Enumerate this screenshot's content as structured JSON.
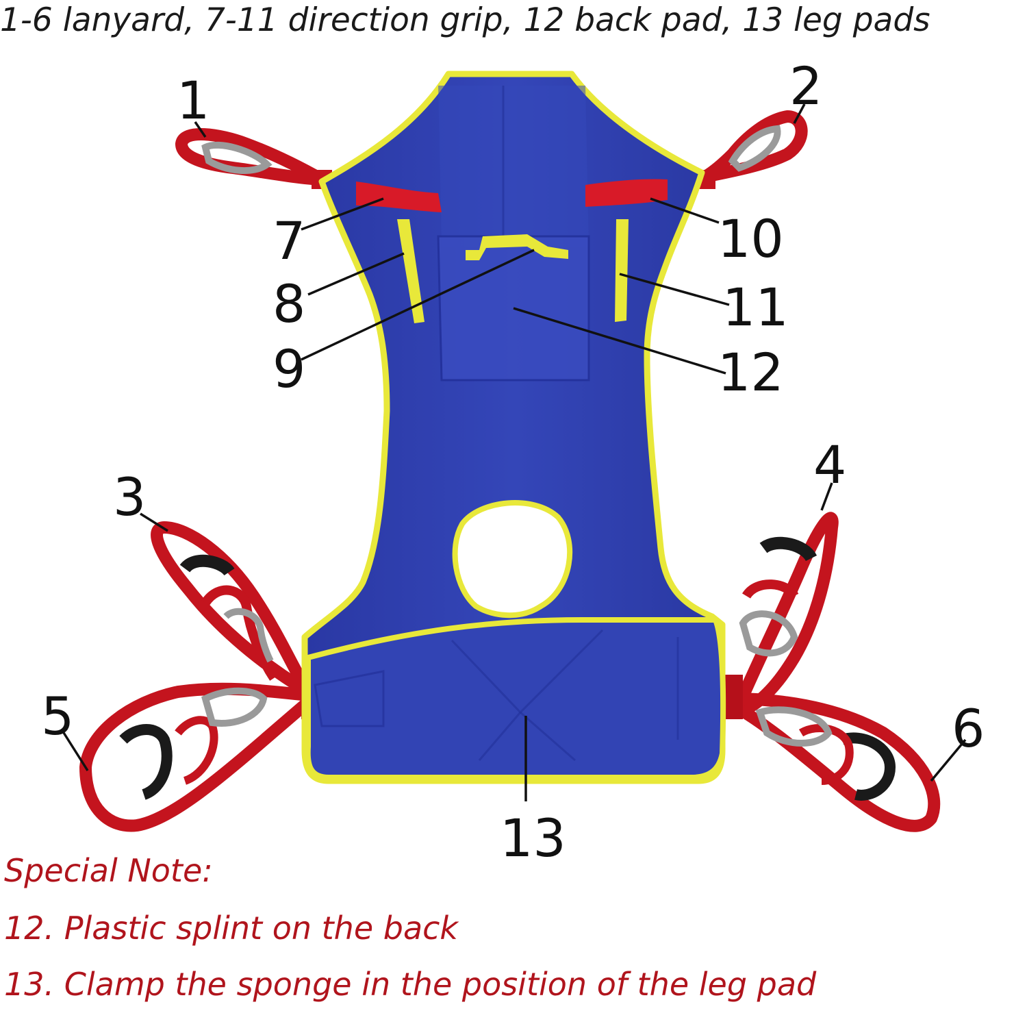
{
  "caption": "1-6 lanyard, 7-11 direction grip, 12 back pad, 13 leg pads",
  "labels": {
    "n1": "1",
    "n2": "2",
    "n3": "3",
    "n4": "4",
    "n5": "5",
    "n6": "6",
    "n7": "7",
    "n8": "8",
    "n9": "9",
    "n10": "10",
    "n11": "11",
    "n12": "12",
    "n13": "13"
  },
  "notes": {
    "title": "Special Note:",
    "item1": "12. Plastic splint on the back",
    "item2": "13. Clamp the sponge in the position of the leg pad"
  },
  "colors": {
    "sling_body": "#2f3fb0",
    "trim": "#e8e83a",
    "strap": "#c4141e",
    "strap_dark": "#8e0d14",
    "loop_grey": "#9a9a9a",
    "loop_black": "#1a1a1a",
    "note_text": "#b0141c"
  }
}
